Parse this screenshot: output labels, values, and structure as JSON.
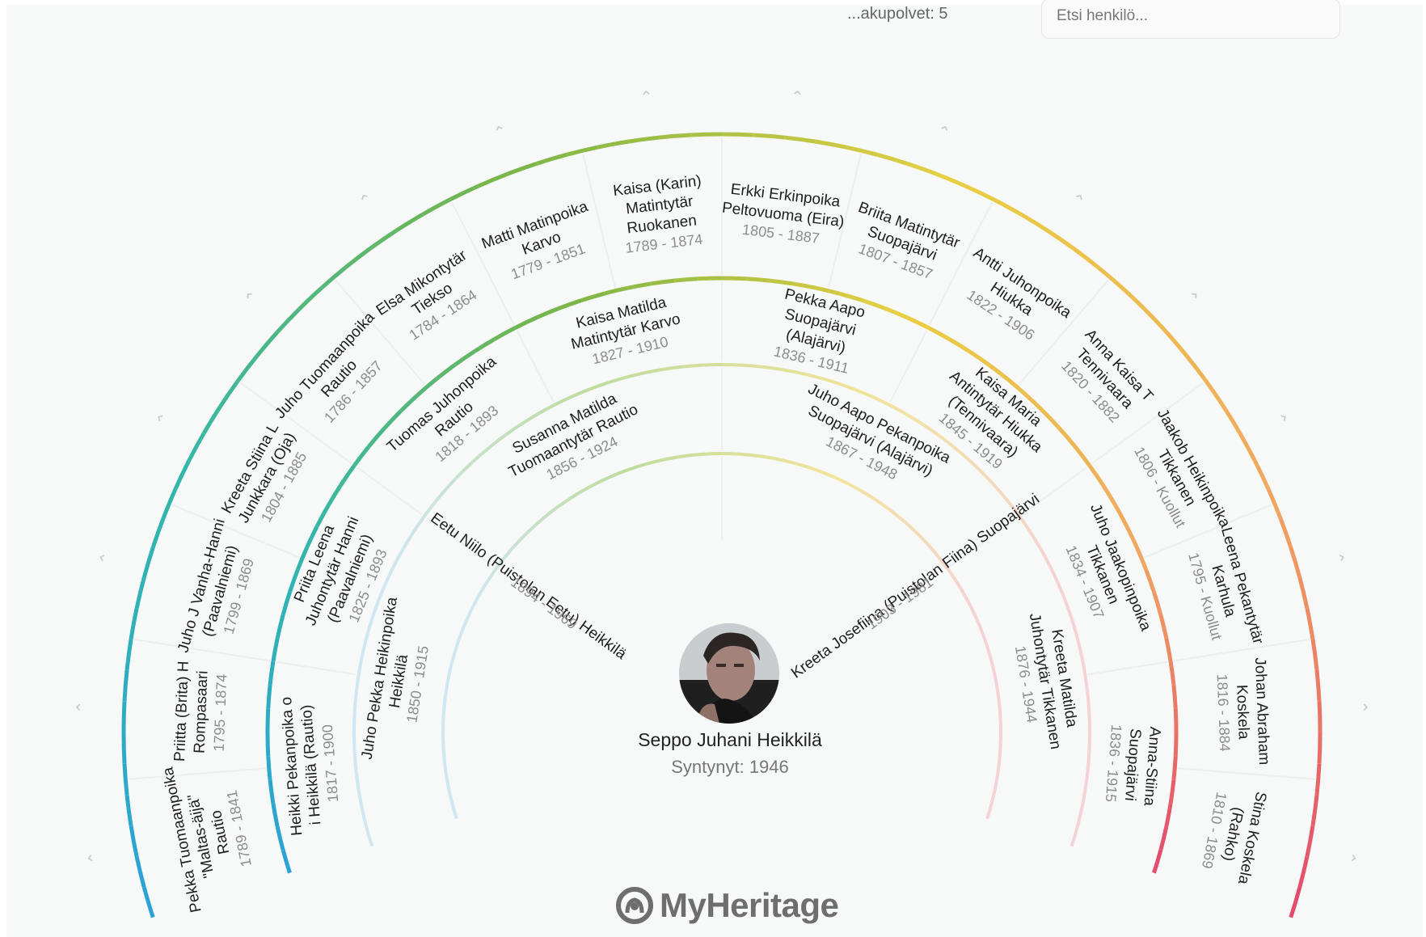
{
  "header": {
    "fragment_text": "...akupolvet:  5",
    "search_placeholder": "Etsi henkilö..."
  },
  "root_person": {
    "name": "Seppo Juhani Heikkilä",
    "born": "Syntynyt: 1946"
  },
  "logo_text": "MyHeritage",
  "colors": {
    "blue": "#2ba3d6",
    "teal": "#33b8a8",
    "green": "#7ab648",
    "yellow": "#e8cf42",
    "orange": "#f0a860",
    "pink": "#e2456e",
    "light_blue": "#cfe7f2",
    "light_green": "#bedc9d",
    "light_yellow": "#f1e49a",
    "light_pink": "#f5d2d6"
  },
  "generations": [
    {
      "ring": 1,
      "people": [
        {
          "name": "Eetu Niilo (Puistolan Eetu) Heikkilä",
          "dates": "1894 - 1969"
        },
        {
          "name": "Kreeta Josefiina (Puistolan Fiina) Suopajärvi",
          "dates": "1903 - 1981"
        }
      ]
    },
    {
      "ring": 2,
      "people": [
        {
          "name": "Juho Pekka Heikinpoika Heikkilä",
          "dates": "1850 - 1915"
        },
        {
          "name": "Susanna Matilda Tuomaantytär Rautio",
          "dates": "1856 - 1924"
        },
        {
          "name": "Juho Aapo Pekanpoika Suopajärvi (Alajärvi)",
          "dates": "1867 - 1948"
        },
        {
          "name": "Kreeta Matilda Juhontytär Tikkanen",
          "dates": "1876 - 1944"
        }
      ]
    },
    {
      "ring": 3,
      "people": [
        {
          "name": "Heikki Pekanpoika o i Heikkilä (Rautio)",
          "dates": "1817 - 1900"
        },
        {
          "name": "Priita Leena Juhontytär Hanni (Paavalniemi)",
          "dates": "1825 - 1893"
        },
        {
          "name": "Tuomas Juhonpoika Rautio",
          "dates": "1818 - 1893"
        },
        {
          "name": "Kaisa Matilda Matintytär Karvo",
          "dates": "1827 - 1910"
        },
        {
          "name": "Pekka Aapo Suopajärvi (Alajärvi)",
          "dates": "1836 - 1911"
        },
        {
          "name": "Kaisa Maria Antintytär Hiukka (Tennivaara)",
          "dates": "1845 - 1919"
        },
        {
          "name": "Juho Jaakopinpoika Tikkanen",
          "dates": "1834 - 1907"
        },
        {
          "name": "Anna-Stiina Suopajärvi",
          "dates": "1836 - 1915"
        }
      ]
    },
    {
      "ring": 4,
      "people": [
        {
          "name": "Pekka Tuomaanpoika \"Maltas-äijä\" Rautio",
          "dates": "1789 - 1841"
        },
        {
          "name": "Priitta (Brita) H Rompasaari",
          "dates": "1795 - 1874"
        },
        {
          "name": "Juho J Vanha-Hanni (Paavalniemi)",
          "dates": "1799 - 1869"
        },
        {
          "name": "Kreeta Stiina L Junkkara (Oja)",
          "dates": "1804 - 1885"
        },
        {
          "name": "Juho Tuomaanpoika Rautio",
          "dates": "1786 - 1857"
        },
        {
          "name": "Elsa Mikontytär Tiekso",
          "dates": "1784 - 1864"
        },
        {
          "name": "Matti Matinpoika Karvo",
          "dates": "1779 - 1851"
        },
        {
          "name": "Kaisa (Karin) Matintytär Ruokanen",
          "dates": "1789 - 1874"
        },
        {
          "name": "Erkki Erkinpoika Peltovuoma (Eira)",
          "dates": "1805 - 1887"
        },
        {
          "name": "Briita Matintytär Suopajärvi",
          "dates": "1807 - 1857"
        },
        {
          "name": "Antti Juhonpoika Hiukka",
          "dates": "1822 - 1906"
        },
        {
          "name": "Anna Kaisa T Tennivaara",
          "dates": "1820 - 1882"
        },
        {
          "name": "Jaakob Heikinpoika Tikkanen",
          "dates": "1806 - Kuollut"
        },
        {
          "name": "Leena Pekantytär Karhula",
          "dates": "1795 - Kuollut"
        },
        {
          "name": "Johan Abraham Koskela",
          "dates": "1816 - 1884"
        },
        {
          "name": "Stina Koskela (Rahko)",
          "dates": "1810 - 1869"
        }
      ]
    }
  ]
}
